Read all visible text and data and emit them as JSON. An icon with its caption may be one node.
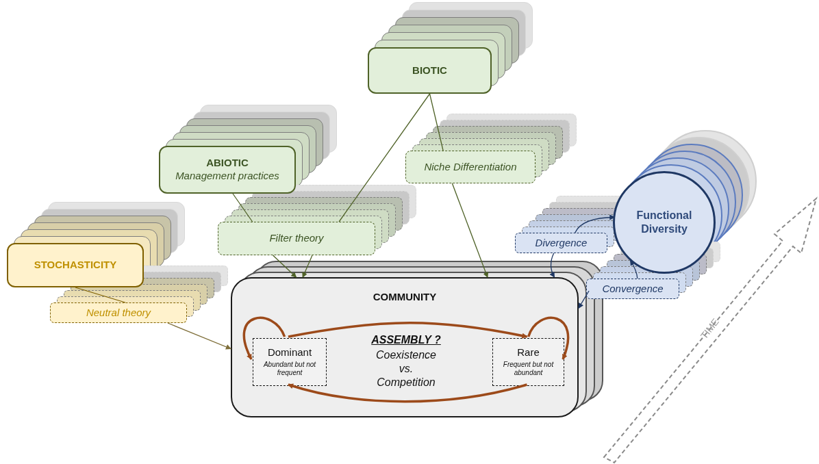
{
  "diagram": {
    "nodes": [
      {
        "text": [
          "BIOTIC"
        ]
      },
      {
        "text": [
          "ABIOTIC",
          "Management practices"
        ]
      },
      {
        "text": [
          "STOCHASTICITY"
        ]
      },
      {
        "text": [
          "Niche Differentiation"
        ]
      },
      {
        "text": [
          "Filter theory"
        ]
      },
      {
        "text": [
          "Neutral theory"
        ]
      },
      {
        "text": [
          "COMMUNITY",
          "ASSEMBLY ?",
          "Coexistence vs. Competition"
        ]
      },
      {
        "text": [
          "Dominant",
          "Abundant but not frequent"
        ],
        "in": 6
      },
      {
        "text": [
          "Rare",
          "Frequent but not abundant"
        ],
        "in": 6
      },
      {
        "text": [
          "Divergence"
        ]
      },
      {
        "text": [
          "Convergence"
        ]
      },
      {
        "text": [
          "Functional Diversity"
        ]
      }
    ],
    "edges": [
      {
        "from": 0,
        "to": 4,
        "arrow": "none"
      },
      {
        "from": 0,
        "to": 3,
        "arrow": "none"
      },
      {
        "from": 1,
        "to": 4,
        "arrow": "none"
      },
      {
        "from": 2,
        "to": 5,
        "arrow": "none",
        "color": "#7f6000"
      },
      {
        "from": 4,
        "to": 6,
        "arrow": "to"
      },
      {
        "from": 4,
        "to": 6,
        "arrow": "to"
      },
      {
        "from": 3,
        "to": 6,
        "arrow": "to"
      },
      {
        "from": 5,
        "to": 6,
        "arrow": "to",
        "color": "#7f6f3a"
      },
      {
        "from": 7,
        "to": 7,
        "arrow": "to",
        "color": "#9c4a1a",
        "style": "thick"
      },
      {
        "from": 7,
        "to": 8,
        "arrow": "to",
        "color": "#9c4a1a",
        "style": "thick"
      },
      {
        "from": 8,
        "to": 8,
        "arrow": "to",
        "color": "#9c4a1a",
        "style": "thick"
      },
      {
        "from": 8,
        "to": 7,
        "arrow": "to",
        "color": "#9c4a1a",
        "style": "thick"
      },
      {
        "from": 9,
        "to": 11,
        "arrow": "to",
        "color": "#1f3864"
      },
      {
        "from": 9,
        "to": 6,
        "arrow": "to",
        "color": "#1f3864"
      },
      {
        "from": 10,
        "to": 11,
        "arrow": "to",
        "color": "#1f3864"
      },
      {
        "from": 10,
        "to": 6,
        "arrow": "to",
        "color": "#1f3864"
      }
    ],
    "labels": [
      "TIME"
    ]
  }
}
